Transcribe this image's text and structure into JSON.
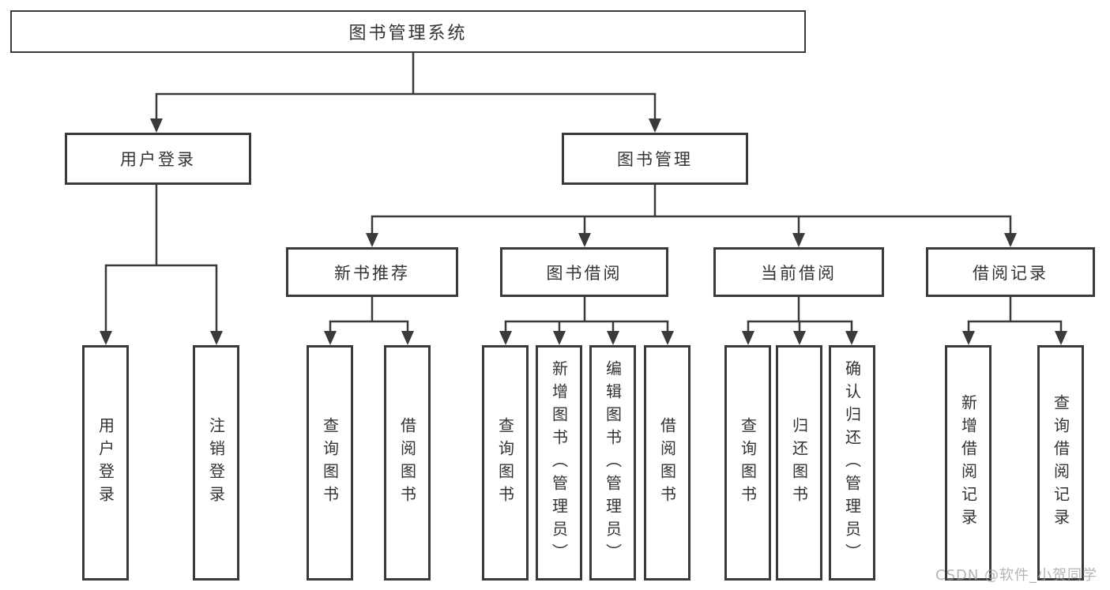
{
  "diagram": {
    "title": "图书管理系统",
    "tree": {
      "root": {
        "label": "图书管理系统"
      },
      "branches": [
        {
          "label": "用户登录",
          "children": [
            {
              "label": "用户登录"
            },
            {
              "label": "注销登录"
            }
          ]
        },
        {
          "label": "图书管理",
          "children": [
            {
              "label": "新书推荐",
              "children": [
                {
                  "label": "查询图书"
                },
                {
                  "label": "借阅图书"
                }
              ]
            },
            {
              "label": "图书借阅",
              "children": [
                {
                  "label": "查询图书"
                },
                {
                  "label": "新增图书（管理员）"
                },
                {
                  "label": "编辑图书（管理员）"
                },
                {
                  "label": "借阅图书"
                }
              ]
            },
            {
              "label": "当前借阅",
              "children": [
                {
                  "label": "查询图书"
                },
                {
                  "label": "归还图书"
                },
                {
                  "label": "确认归还（管理员）"
                }
              ]
            },
            {
              "label": "借阅记录",
              "children": [
                {
                  "label": "新增借阅记录"
                },
                {
                  "label": "查询借阅记录"
                }
              ]
            }
          ]
        }
      ]
    },
    "colors": {
      "line": "#3a3a3a",
      "box_border": "#3a3a3a",
      "box_fill": "#ffffff",
      "text": "#333333",
      "watermark": "#9c9c9c",
      "background": "#ffffff"
    }
  },
  "watermark": {
    "text": "CSDN @软件_小贺同学"
  }
}
